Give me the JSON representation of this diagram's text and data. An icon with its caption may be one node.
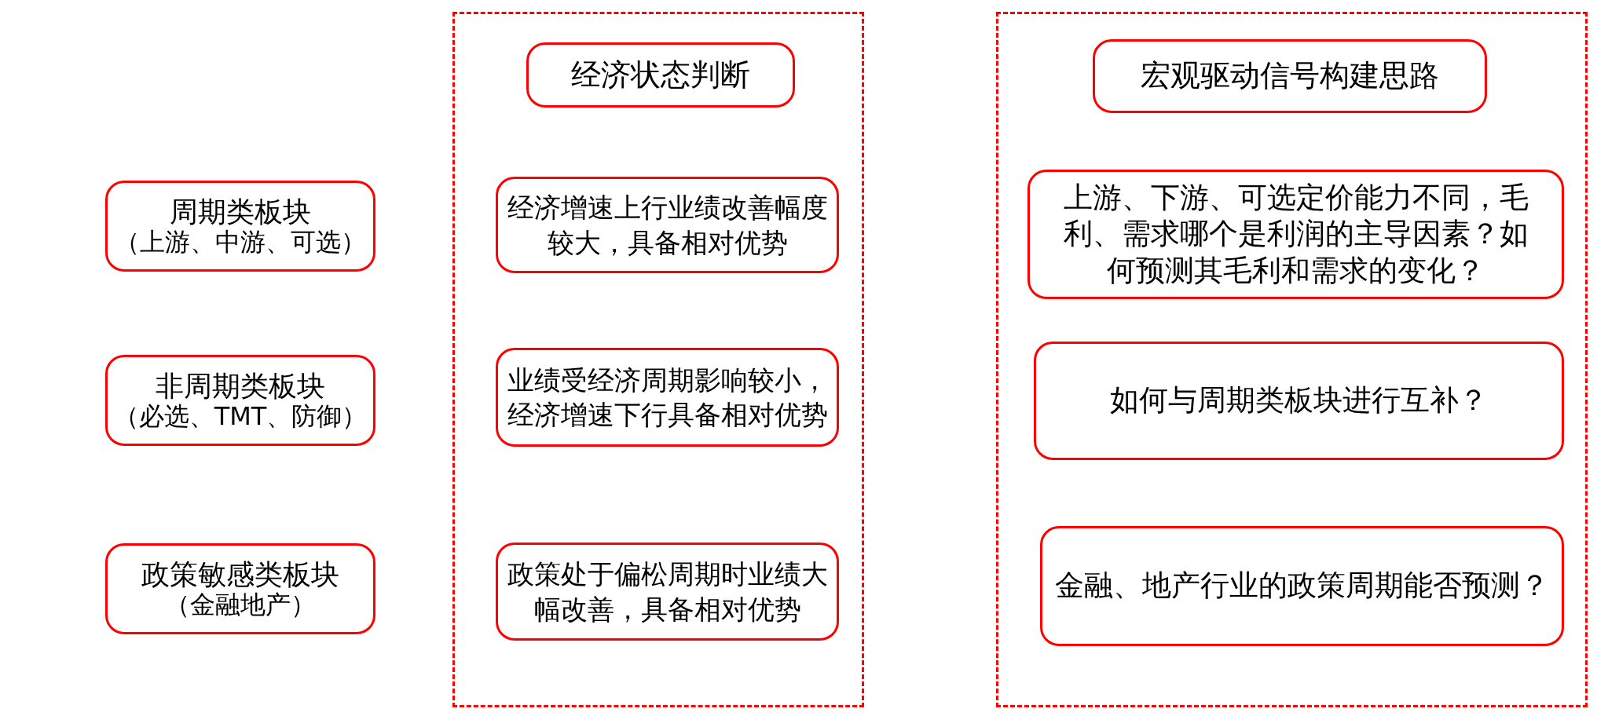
{
  "diagram": {
    "nodes": [
      {
        "text": [
          "周期类板块",
          "（上游、中游、可选）"
        ]
      },
      {
        "text": [
          "非周期类板块",
          "（必选、TMT、防御）"
        ]
      },
      {
        "text": [
          "政策敏感类板块",
          "（金融地产）"
        ]
      },
      {
        "text": [],
        "shape": "box"
      },
      {
        "text": [
          "经济状态判断"
        ],
        "in": 3
      },
      {
        "text": [
          "经济增速上行业绩改善幅度较大，具备相对优势"
        ],
        "in": 3
      },
      {
        "text": [
          "业绩受经济周期影响较小，经济增速下行具备相对优势"
        ],
        "in": 3
      },
      {
        "text": [
          "政策处于偏松周期时业绩大幅改善，具备相对优势"
        ],
        "in": 3
      },
      {
        "text": [],
        "shape": "box"
      },
      {
        "text": [
          "宏观驱动信号构建思路"
        ],
        "in": 8
      },
      {
        "text": [
          "上游、下游、可选定价能力不同，毛利、需求哪个是利润的主导因素？如何预测其毛利和需求的变化？"
        ],
        "in": 8
      },
      {
        "text": [
          "如何与周期类板块进行互补？"
        ],
        "in": 8
      },
      {
        "text": [
          "金融、地产行业的政策周期能否预测？"
        ],
        "in": 8
      }
    ]
  }
}
